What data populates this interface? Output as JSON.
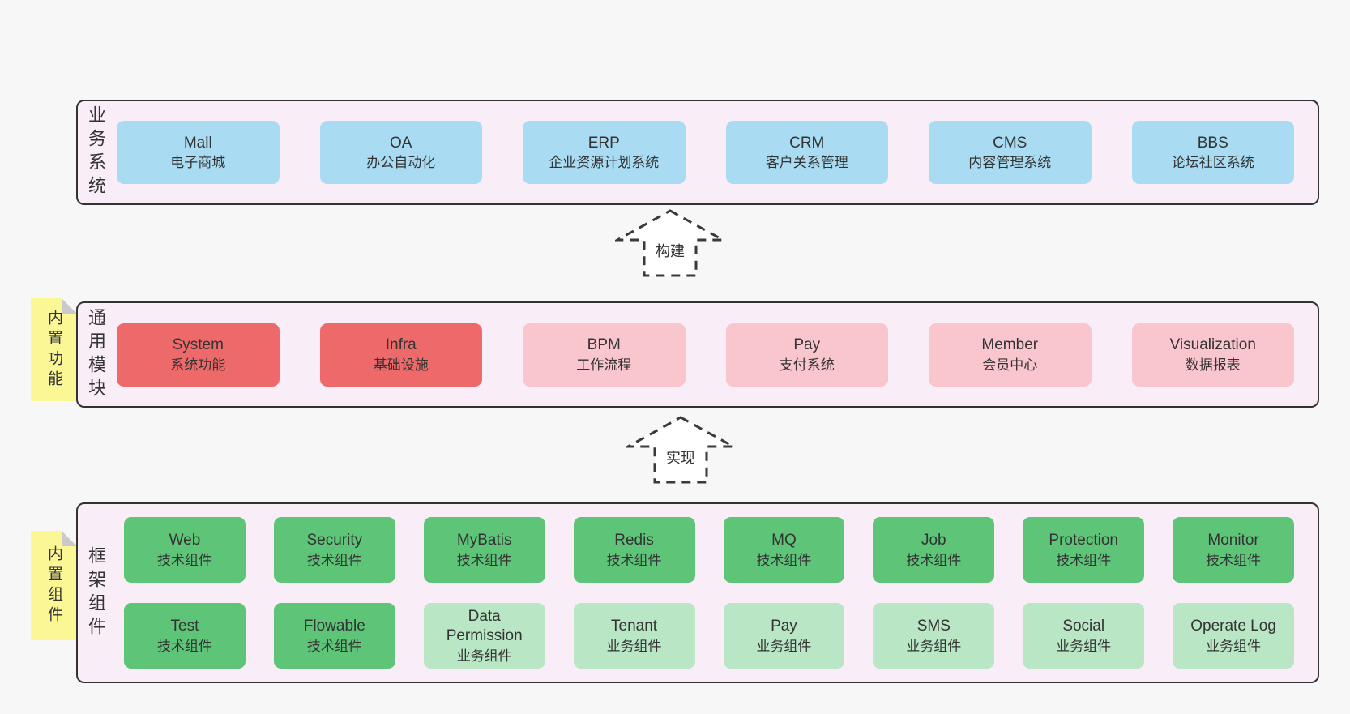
{
  "colors": {
    "page_bg": "#f7f7f7",
    "band_bg": "#f9eef7",
    "band_border": "#333333",
    "text": "#333333",
    "blue": "#a9dcf3",
    "red": "#ee6a6a",
    "pink": "#f9c6ce",
    "green": "#5dc478",
    "green_light": "#b9e6c5",
    "tab_bg": "#fbf795",
    "tab_fold": "#c9c9cc"
  },
  "arrows": [
    {
      "label": "构建"
    },
    {
      "label": "实现"
    }
  ],
  "sections": [
    {
      "side_label": "业务系统",
      "boxes": [
        {
          "title": "Mall",
          "subtitle": "电子商城",
          "color": "blue"
        },
        {
          "title": "OA",
          "subtitle": "办公自动化",
          "color": "blue"
        },
        {
          "title": "ERP",
          "subtitle": "企业资源计划系统",
          "color": "blue"
        },
        {
          "title": "CRM",
          "subtitle": "客户关系管理",
          "color": "blue"
        },
        {
          "title": "CMS",
          "subtitle": "内容管理系统",
          "color": "blue"
        },
        {
          "title": "BBS",
          "subtitle": "论坛社区系统",
          "color": "blue"
        }
      ]
    },
    {
      "side_label": "通用模块",
      "tab_label": "内置功能",
      "boxes": [
        {
          "title": "System",
          "subtitle": "系统功能",
          "color": "red"
        },
        {
          "title": "Infra",
          "subtitle": "基础设施",
          "color": "red"
        },
        {
          "title": "BPM",
          "subtitle": "工作流程",
          "color": "pink"
        },
        {
          "title": "Pay",
          "subtitle": "支付系统",
          "color": "pink"
        },
        {
          "title": "Member",
          "subtitle": "会员中心",
          "color": "pink"
        },
        {
          "title": "Visualization",
          "subtitle": "数据报表",
          "color": "pink"
        }
      ]
    },
    {
      "side_label": "框架组件",
      "tab_label": "内置组件",
      "rows": [
        [
          {
            "title": "Web",
            "subtitle": "技术组件",
            "color": "green"
          },
          {
            "title": "Security",
            "subtitle": "技术组件",
            "color": "green"
          },
          {
            "title": "MyBatis",
            "subtitle": "技术组件",
            "color": "green"
          },
          {
            "title": "Redis",
            "subtitle": "技术组件",
            "color": "green"
          },
          {
            "title": "MQ",
            "subtitle": "技术组件",
            "color": "green"
          },
          {
            "title": "Job",
            "subtitle": "技术组件",
            "color": "green"
          },
          {
            "title": "Protection",
            "subtitle": "技术组件",
            "color": "green"
          },
          {
            "title": "Monitor",
            "subtitle": "技术组件",
            "color": "green"
          }
        ],
        [
          {
            "title": "Test",
            "subtitle": "技术组件",
            "color": "green"
          },
          {
            "title": "Flowable",
            "subtitle": "技术组件",
            "color": "green"
          },
          {
            "title": "Data Permission",
            "subtitle": "业务组件",
            "color": "green_light"
          },
          {
            "title": "Tenant",
            "subtitle": "业务组件",
            "color": "green_light"
          },
          {
            "title": "Pay",
            "subtitle": "业务组件",
            "color": "green_light"
          },
          {
            "title": "SMS",
            "subtitle": "业务组件",
            "color": "green_light"
          },
          {
            "title": "Social",
            "subtitle": "业务组件",
            "color": "green_light"
          },
          {
            "title": "Operate Log",
            "subtitle": "业务组件",
            "color": "green_light"
          }
        ]
      ]
    }
  ]
}
